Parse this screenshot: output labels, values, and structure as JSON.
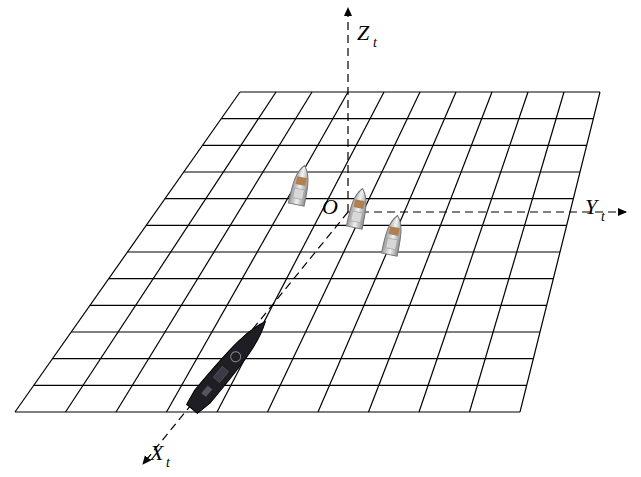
{
  "diagram": {
    "labels": [
      "Z",
      "t",
      "Y",
      "t",
      "O",
      "X",
      "t"
    ]
  }
}
